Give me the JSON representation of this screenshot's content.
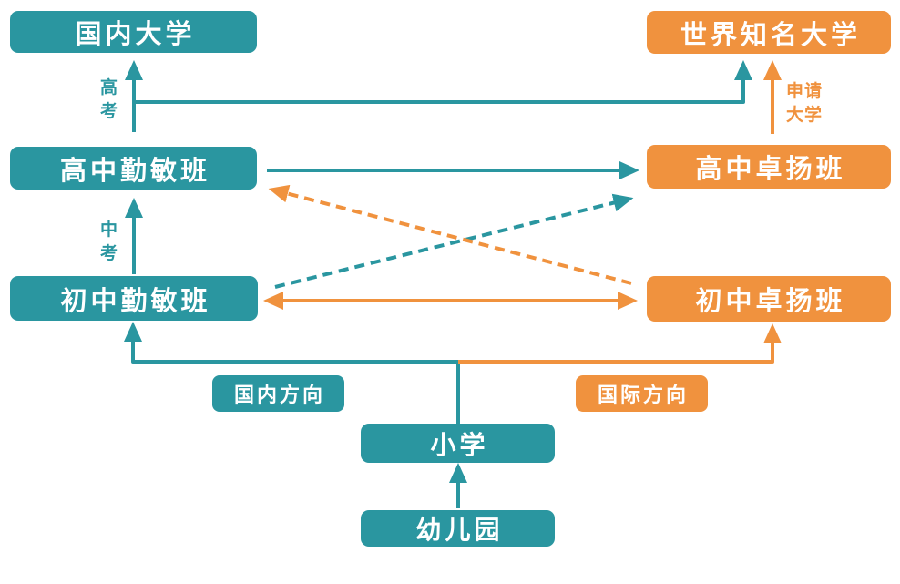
{
  "colors": {
    "teal": "#2A96A0",
    "orange": "#F0923E",
    "node_text": "#FFFFFF"
  },
  "nodes": {
    "domestic_university": {
      "label": "国内大学"
    },
    "world_university": {
      "label": "世界知名大学"
    },
    "hs_qinmin": {
      "label": "高中勤敏班"
    },
    "hs_zhuoyang": {
      "label": "高中卓扬班"
    },
    "jhs_qinmin": {
      "label": "初中勤敏班"
    },
    "jhs_zhuoyang": {
      "label": "初中卓扬班"
    },
    "primary_school": {
      "label": "小学"
    },
    "kindergarten": {
      "label": "幼儿园"
    }
  },
  "tags": {
    "domestic": {
      "label": "国内方向"
    },
    "international": {
      "label": "国际方向"
    }
  },
  "edge_labels": {
    "gaokao": "高考",
    "zhongkao": "中考",
    "apply": "申请大学"
  }
}
